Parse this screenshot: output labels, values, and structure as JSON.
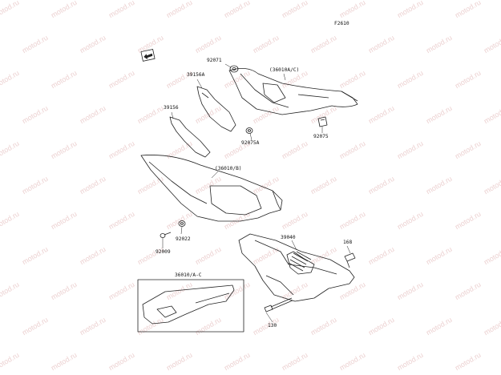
{
  "diagram": {
    "figure_code": "F2610",
    "watermark": "motod.ru",
    "parts": [
      {
        "id": "p92071",
        "number": "92071"
      },
      {
        "id": "p39156A",
        "number": "39156A"
      },
      {
        "id": "p36010AC",
        "number": "(36010A/C)"
      },
      {
        "id": "p39156",
        "number": "39156"
      },
      {
        "id": "p92075A",
        "number": "92075A"
      },
      {
        "id": "p92075",
        "number": "92075"
      },
      {
        "id": "p36010B",
        "number": "(36010/B)"
      },
      {
        "id": "p92022",
        "number": "92022"
      },
      {
        "id": "p92009",
        "number": "92009"
      },
      {
        "id": "p39040",
        "number": "39040"
      },
      {
        "id": "p168",
        "number": "168"
      },
      {
        "id": "p36010AC_box",
        "number": "36010/A-C"
      },
      {
        "id": "p130",
        "number": "130"
      }
    ],
    "badge_icon": "kawasaki-front-arrow-icon"
  }
}
